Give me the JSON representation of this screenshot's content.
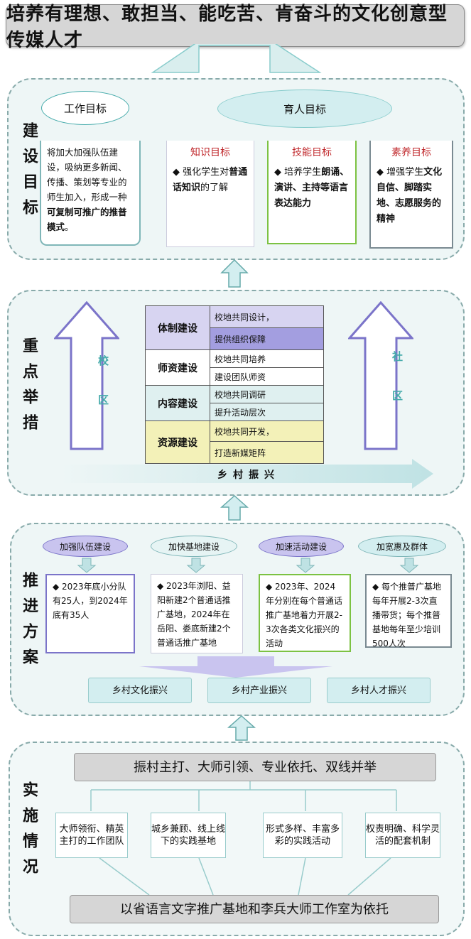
{
  "title": "培养有理想、敢担当、能吃苦、肯奋斗的文化创意型传媒人才",
  "section1": {
    "label": "建设目标",
    "work_goal": {
      "label": "工作目标",
      "text_pre": "将加大加强队伍建设，吸纳更多新闻、传播、策划等专业的师生加入，形成一种",
      "text_bold": "可复制可推广的推普模式",
      "text_post": "。"
    },
    "edu_goal": {
      "label": "育人目标",
      "cards": [
        {
          "title": "知识目标",
          "pre": "强化学生对",
          "bold": "普通话知识",
          "post": "的了解"
        },
        {
          "title": "技能目标",
          "pre": "培养学生",
          "bold": "朗诵、演讲、主持等语言表达能力",
          "post": ""
        },
        {
          "title": "素养目标",
          "pre": "增强学生",
          "bold": "文化自信、脚踏实地、志愿服务的精神",
          "post": ""
        }
      ]
    }
  },
  "section2": {
    "label": "重点举措",
    "left_arrow": "校区",
    "right_arrow": "社区",
    "bottom_arrow": "乡村振兴",
    "rows": [
      {
        "head": "体制建设",
        "items": [
          "校地共同设计，",
          "提供组织保障"
        ]
      },
      {
        "head": "师资建设",
        "items": [
          "校地共同培养",
          "建设团队师资"
        ]
      },
      {
        "head": "内容建设",
        "items": [
          "校地共同调研",
          "提升活动层次"
        ]
      },
      {
        "head": "资源建设",
        "items": [
          "校地共同开发，",
          "打造新媒矩阵"
        ]
      }
    ]
  },
  "section3": {
    "label": "推进方案",
    "pills": [
      "加强队伍建设",
      "加快基地建设",
      "加速活动建设",
      "加宽惠及群体"
    ],
    "cards": [
      "2023年底小分队有25人，到2024年底有35人",
      "2023年浏阳、益阳新建2个普通话推广基地，2024年在岳阳、娄底新建2个普通话推广基地",
      "2023年、2024年分别在每个普通话推广基地着力开展2-3次各类文化振兴的活动",
      "每个推普广基地每年开展2-3次直播带货；每个推普基地每年至少培训500人次"
    ],
    "results": [
      "乡村文化振兴",
      "乡村产业振兴",
      "乡村人才振兴"
    ]
  },
  "section4": {
    "label": "实施情况",
    "top_bar": "振村主打、大师引领、专业依托、双线并举",
    "boxes": [
      "大师领衔、精英主打的工作团队",
      "城乡兼顾、线上线下的实践基地",
      "形式多样、丰富多彩的实践活动",
      "权责明确、科学灵活的配套机制"
    ],
    "bottom_bar": "以省语言文字推广基地和李兵大师工作室为依托"
  },
  "colors": {
    "purple": "#7b74c9",
    "green": "#7cc242",
    "teal": "#7fb6b8",
    "gray": "#7a8a92"
  }
}
